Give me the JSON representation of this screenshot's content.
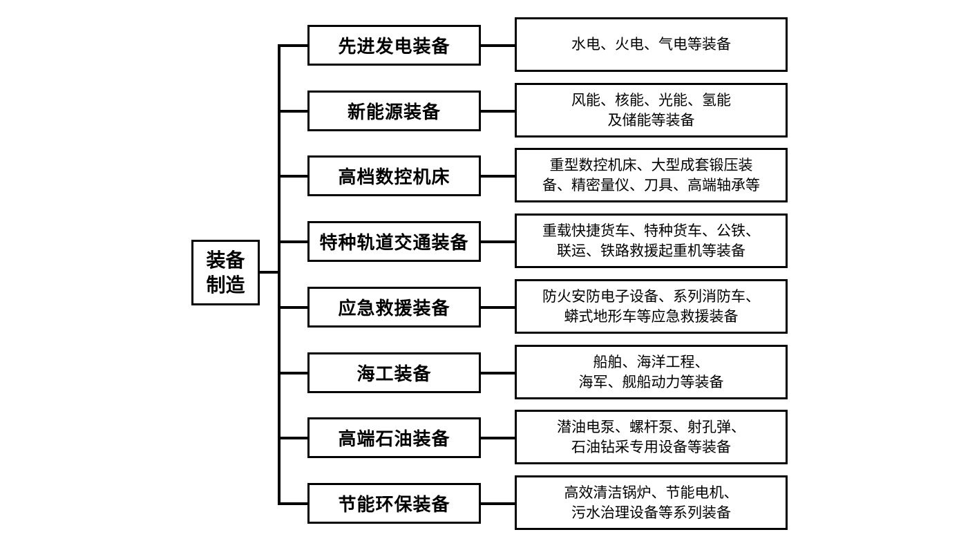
{
  "root": {
    "label": "装备制造"
  },
  "branches": [
    {
      "category": "先进发电装备",
      "detail": "水电、火电、气电等装备"
    },
    {
      "category": "新能源装备",
      "detail": "风能、核能、光能、氢能\n及储能等装备"
    },
    {
      "category": "高档数控机床",
      "detail": "重型数控机床、大型成套锻压装\n备、精密量仪、刀具、高端轴承等"
    },
    {
      "category": "特种轨道交通装备",
      "detail": "重载快捷货车、特种货车、公铁、\n联运、铁路救援起重机等装备"
    },
    {
      "category": "应急救援装备",
      "detail": "防火安防电子设备、系列消防车、\n蟒式地形车等应急救援装备"
    },
    {
      "category": "海工装备",
      "detail": "船舶、海洋工程、\n海军、舰船动力等装备"
    },
    {
      "category": "高端石油装备",
      "detail": "潜油电泵、螺杆泵、射孔弹、\n石油钻采专用设备等装备"
    },
    {
      "category": "节能环保装备",
      "detail": "高效清洁锅炉、节能电机、\n污水治理设备等系列装备"
    }
  ]
}
